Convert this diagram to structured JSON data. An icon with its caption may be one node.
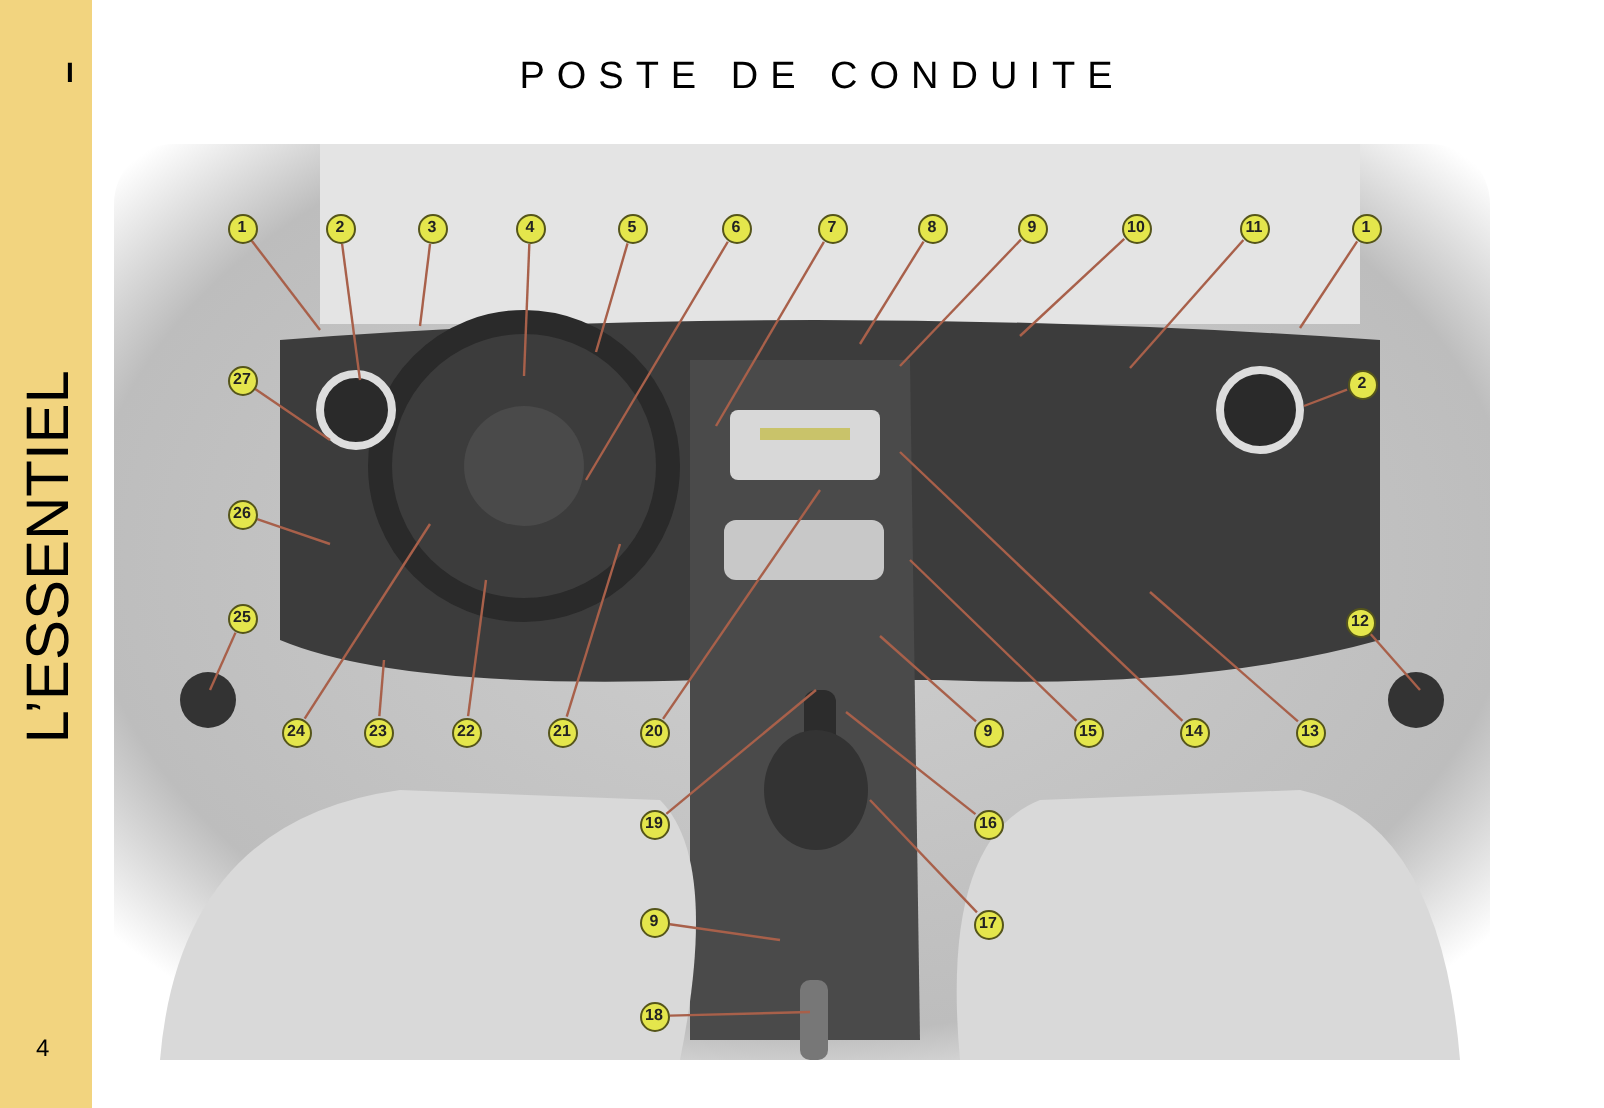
{
  "diagram": {
    "title": "POSTE DE CONDUITE",
    "nodes": [
      {
        "text": [
          "1"
        ]
      },
      {
        "text": [
          "2"
        ]
      },
      {
        "text": [
          "3"
        ]
      },
      {
        "text": [
          "4"
        ]
      },
      {
        "text": [
          "5"
        ]
      },
      {
        "text": [
          "6"
        ]
      },
      {
        "text": [
          "7"
        ]
      },
      {
        "text": [
          "8"
        ]
      },
      {
        "text": [
          "9"
        ]
      },
      {
        "text": [
          "10"
        ]
      },
      {
        "text": [
          "11"
        ]
      },
      {
        "text": [
          "1"
        ]
      },
      {
        "text": [
          "27"
        ]
      },
      {
        "text": [
          "2"
        ]
      },
      {
        "text": [
          "26"
        ]
      },
      {
        "text": [
          "25"
        ]
      },
      {
        "text": [
          "12"
        ]
      },
      {
        "text": [
          "24"
        ]
      },
      {
        "text": [
          "23"
        ]
      },
      {
        "text": [
          "22"
        ]
      },
      {
        "text": [
          "21"
        ]
      },
      {
        "text": [
          "20"
        ]
      },
      {
        "text": [
          "9"
        ]
      },
      {
        "text": [
          "15"
        ]
      },
      {
        "text": [
          "14"
        ]
      },
      {
        "text": [
          "13"
        ]
      },
      {
        "text": [
          "19"
        ]
      },
      {
        "text": [
          "16"
        ]
      },
      {
        "text": [
          "9"
        ]
      },
      {
        "text": [
          "17"
        ]
      },
      {
        "text": [
          "18"
        ]
      }
    ],
    "edges": [
      {
        "from": 0,
        "to": null,
        "arrow": "none"
      },
      {
        "from": 1,
        "to": null,
        "arrow": "none"
      },
      {
        "from": 2,
        "to": null,
        "arrow": "none"
      },
      {
        "from": 3,
        "to": null,
        "arrow": "none"
      },
      {
        "from": 4,
        "to": null,
        "arrow": "none"
      },
      {
        "from": 5,
        "to": null,
        "arrow": "none"
      },
      {
        "from": 6,
        "to": null,
        "arrow": "none"
      },
      {
        "from": 7,
        "to": null,
        "arrow": "none"
      },
      {
        "from": 8,
        "to": null,
        "arrow": "none"
      },
      {
        "from": 9,
        "to": null,
        "arrow": "none"
      },
      {
        "from": 10,
        "to": null,
        "arrow": "none"
      },
      {
        "from": 11,
        "to": null,
        "arrow": "none"
      },
      {
        "from": 12,
        "to": null,
        "arrow": "none"
      },
      {
        "from": 13,
        "to": null,
        "arrow": "none"
      },
      {
        "from": 14,
        "to": null,
        "arrow": "none"
      },
      {
        "from": 15,
        "to": null,
        "arrow": "none"
      },
      {
        "from": 16,
        "to": null,
        "arrow": "none"
      },
      {
        "from": 17,
        "to": null,
        "arrow": "none"
      },
      {
        "from": 18,
        "to": null,
        "arrow": "none"
      },
      {
        "from": 19,
        "to": null,
        "arrow": "none"
      },
      {
        "from": 20,
        "to": null,
        "arrow": "none"
      },
      {
        "from": 21,
        "to": null,
        "arrow": "none"
      },
      {
        "from": 22,
        "to": null,
        "arrow": "none"
      },
      {
        "from": 23,
        "to": null,
        "arrow": "none"
      },
      {
        "from": 24,
        "to": null,
        "arrow": "none"
      },
      {
        "from": 25,
        "to": null,
        "arrow": "none"
      },
      {
        "from": 26,
        "to": null,
        "arrow": "none"
      },
      {
        "from": 27,
        "to": null,
        "arrow": "none"
      },
      {
        "from": 28,
        "to": null,
        "arrow": "none"
      },
      {
        "from": 29,
        "to": null,
        "arrow": "none"
      },
      {
        "from": 30,
        "to": null,
        "arrow": "none"
      }
    ],
    "labels": [
      "I",
      "L’ESSENTIEL",
      "4"
    ]
  }
}
